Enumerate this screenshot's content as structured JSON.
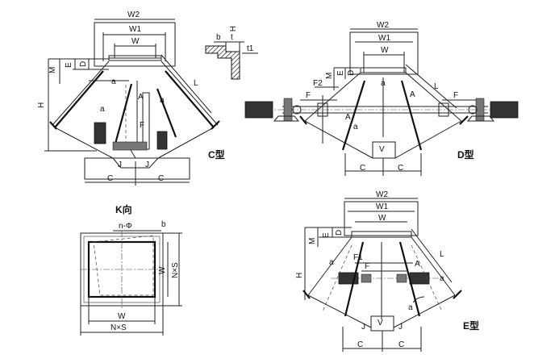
{
  "labels": {
    "W2": "W2",
    "W1": "W1",
    "W": "W",
    "H": "H",
    "M": "M",
    "E": "E",
    "D": "D",
    "A": "A",
    "F": "F",
    "F1": "F1",
    "F2": "F2",
    "C": "C",
    "J": "J",
    "V": "V",
    "L": "L",
    "a": "a",
    "b": "b",
    "t": "t",
    "t1": "t1",
    "nPhi": "n-Φ",
    "NxS": "N×S",
    "type_c": "C型",
    "type_d": "D型",
    "type_e": "E型",
    "view_k": "K向"
  }
}
